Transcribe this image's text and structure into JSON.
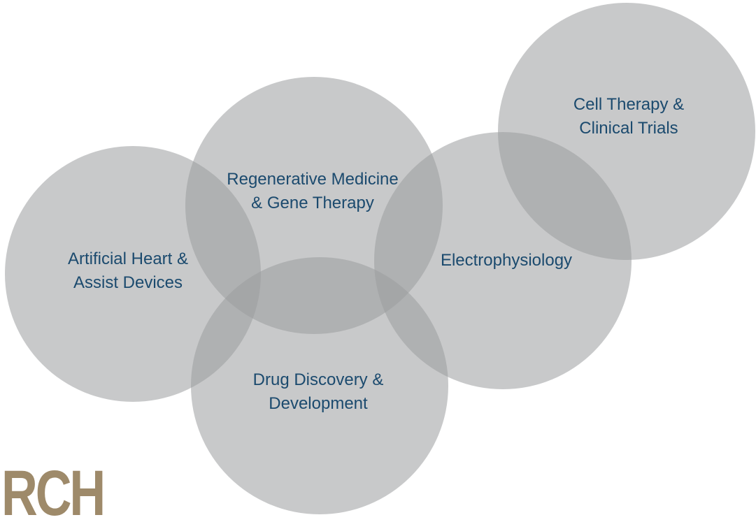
{
  "diagram": {
    "circles": [
      {
        "id": "artificial-heart",
        "lines": [
          "Artificial Heart &",
          "Assist Devices"
        ]
      },
      {
        "id": "regenerative-medicine",
        "lines": [
          "Regenerative Medicine",
          "& Gene Therapy"
        ]
      },
      {
        "id": "drug-discovery",
        "lines": [
          "Drug Discovery &",
          "Development"
        ]
      },
      {
        "id": "electrophysiology",
        "lines": [
          "Electrophysiology"
        ]
      },
      {
        "id": "cell-therapy",
        "lines": [
          "Cell Therapy &",
          "Clinical Trials"
        ]
      }
    ],
    "circle_color": "#9b9c9e",
    "text_color": "#1b4a6e"
  },
  "watermark": {
    "text": "RCH",
    "color": "#9e8a6a"
  }
}
